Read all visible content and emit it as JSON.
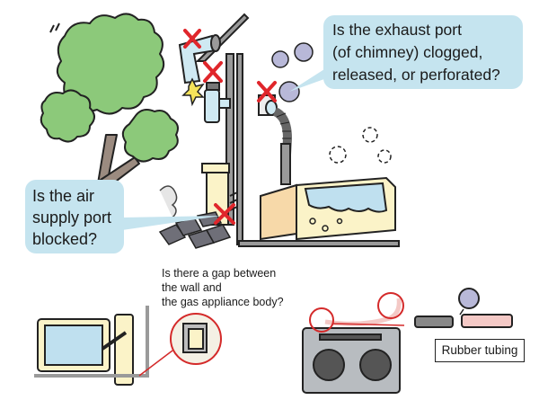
{
  "callouts": {
    "exhaust": {
      "lines": [
        "Is the exhaust port",
        "(of chimney) clogged,",
        "released, or perforated?"
      ]
    },
    "air_supply": {
      "lines": [
        "Is the air",
        "supply port",
        "blocked?"
      ]
    },
    "gap": {
      "lines": [
        "Is there a gap between",
        "the wall and",
        "the gas appliance body?"
      ]
    },
    "rubber_tubing": {
      "label": "Rubber tubing"
    }
  },
  "colors": {
    "bubble": "#c5e4ef",
    "tree": "#8cc97a",
    "cross": "#e0262b",
    "wall": "#9a9a9a",
    "heater": "#fbf3c8",
    "water": "#bfe0ef",
    "smoke": "#b8b8d8",
    "highlight_circle": "#d42a2a",
    "rubber_pink": "#f4c9c6"
  },
  "icons": {
    "cross_marks": [
      "cross-icon-exhaust-top",
      "cross-icon-exhaust-bend",
      "cross-icon-exhaust-port",
      "cross-icon-air-supply"
    ],
    "spark": "spark-icon"
  }
}
